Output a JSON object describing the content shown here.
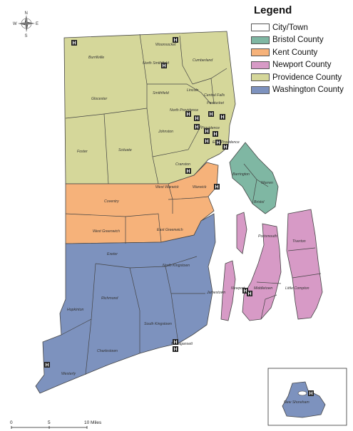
{
  "legend": {
    "title": "Legend",
    "items": [
      {
        "label": "City/Town",
        "color": "#ffffff"
      },
      {
        "label": "Bristol County",
        "color": "#7fb7a3"
      },
      {
        "label": "Kent County",
        "color": "#f6b27a"
      },
      {
        "label": "Newport County",
        "color": "#d79ac6"
      },
      {
        "label": "Providence County",
        "color": "#d5d79a"
      },
      {
        "label": "Washington County",
        "color": "#7d92be"
      }
    ]
  },
  "compass": {
    "north": "N",
    "south": "S",
    "east": "E",
    "west": "W"
  },
  "scale_bar": {
    "ticks": [
      "0",
      "5",
      "10 Miles"
    ]
  },
  "hospital_symbol": "H",
  "towns": {
    "burrillville": "Burrillville",
    "woonsocket": "Woonsocket",
    "north_smithfield": "North Smithfield",
    "cumberland": "Cumberland",
    "lincoln": "Lincoln",
    "central_falls": "Central Falls",
    "pawtucket": "Pawtucket",
    "glocester": "Glocester",
    "smithfield": "Smithfield",
    "north_providence": "North Providence",
    "providence": "Providence",
    "johnston": "Johnston",
    "east_providence": "East Providence",
    "foster": "Foster",
    "scituate": "Scituate",
    "cranston": "Cranston",
    "barrington": "Barrington",
    "warren": "Warren",
    "bristol": "Bristol",
    "west_warwick": "West Warwick",
    "warwick": "Warwick",
    "coventry": "Coventry",
    "west_greenwich": "West Greenwich",
    "east_greenwich": "East Greenwich",
    "portsmouth": "Portsmouth",
    "tiverton": "Tiverton",
    "exeter": "Exeter",
    "north_kingstown": "North Kingstown",
    "jamestown": "Jamestown",
    "newport": "Newport",
    "middletown": "Middletown",
    "little_compton": "Little Compton",
    "hopkinton": "Hopkinton",
    "richmond": "Richmond",
    "south_kingstown": "South Kingstown",
    "charlestown": "Charlestown",
    "narragansett": "Narragansett",
    "westerly": "Westerly",
    "new_shoreham": "New Shoreham"
  }
}
